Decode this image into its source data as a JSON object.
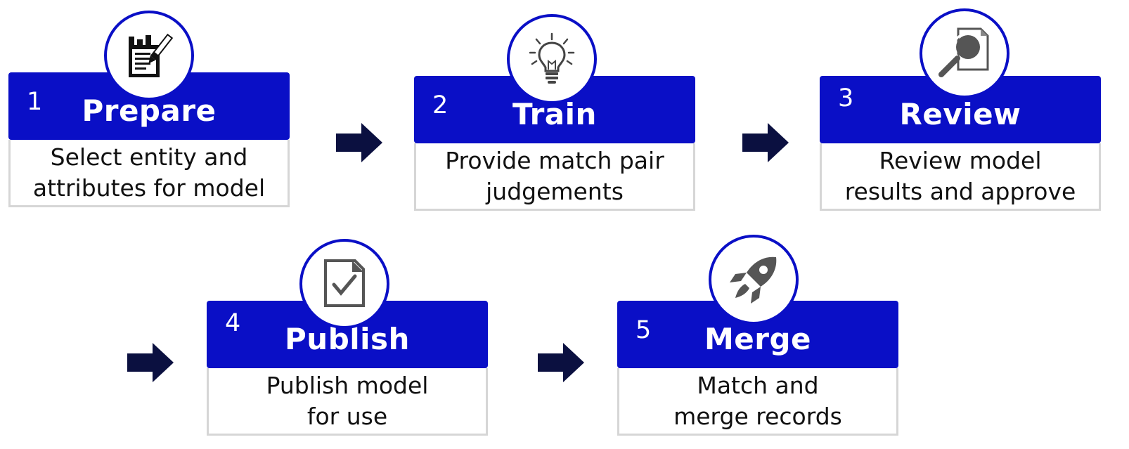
{
  "steps": [
    {
      "num": "1",
      "title": "Prepare",
      "line1": "Select entity and",
      "line2": "attributes for model",
      "icon": "edit-checklist-icon"
    },
    {
      "num": "2",
      "title": "Train",
      "line1": "Provide match pair",
      "line2": "judgements",
      "icon": "lightbulb-icon"
    },
    {
      "num": "3",
      "title": "Review",
      "line1": "Review model",
      "line2": "results and approve",
      "icon": "search-document-icon"
    },
    {
      "num": "4",
      "title": "Publish",
      "line1": "Publish model",
      "line2": "for use",
      "icon": "checked-document-icon"
    },
    {
      "num": "5",
      "title": "Merge",
      "line1": "Match and",
      "line2": "merge records",
      "icon": "rocket-icon"
    }
  ],
  "colors": {
    "header": "#0a0fc6",
    "arrow": "#0b1040",
    "icon": "#444444",
    "border": "#d6d6d6"
  }
}
